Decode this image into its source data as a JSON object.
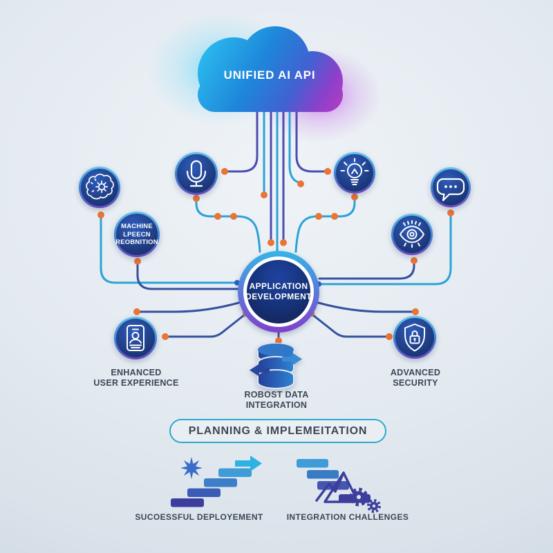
{
  "cloud": {
    "title": "UNIFIED AI API"
  },
  "hub": {
    "line1": "APPLICATION",
    "line2": "DEVELOPMENT"
  },
  "nodes": {
    "speech": {
      "line1": "MACHINE",
      "line2": "LPEECN",
      "line3": "REOBNITION"
    }
  },
  "outcomes": {
    "experience": {
      "line1": "ENHANCED",
      "line2": "USER EXPERIENCE"
    },
    "data": {
      "line1": "ROBOST DATA",
      "line2": "INTEGRATION"
    },
    "security": {
      "line1": "ADVANCED",
      "line2": "SECURITY"
    }
  },
  "planning": {
    "label": "PLANNING & IMPLEMEITATION"
  },
  "footer": {
    "deployment": "SUCOESSFUL DEPLOYEMENT",
    "challenges": "INTEGRATION CHALLENGES"
  },
  "icons": {
    "brain": "brain-gear-icon",
    "microphone": "microphone-icon",
    "lightbulb": "lightbulb-icon",
    "chat": "chat-dots-icon",
    "vision": "eye-icon",
    "id_card": "id-card-icon",
    "shield": "shield-lock-icon",
    "database": "database-sync-icon",
    "deployment": "ascending-steps-arrow-icon",
    "star": "star-burst-icon",
    "challenges": "descending-steps-icon",
    "mountain": "mountain-zigzag-icon",
    "gears": "gears-icon"
  },
  "colors": {
    "background": "#e0e7ee",
    "cloud_cyan": "#2bbbee",
    "cloud_blue": "#1e86da",
    "cloud_purple": "#aa3ec4",
    "line_teal": "#2ba2d6",
    "line_indigo": "#4a4db0",
    "line_navy": "#35509e",
    "dot_orange": "#ea7434",
    "dot_blue": "#2b62c4",
    "node_ring_top": "#62c4ec",
    "node_fill": "#172a68",
    "pill_border": "#2ba9cf",
    "label_text": "#3c4654"
  }
}
